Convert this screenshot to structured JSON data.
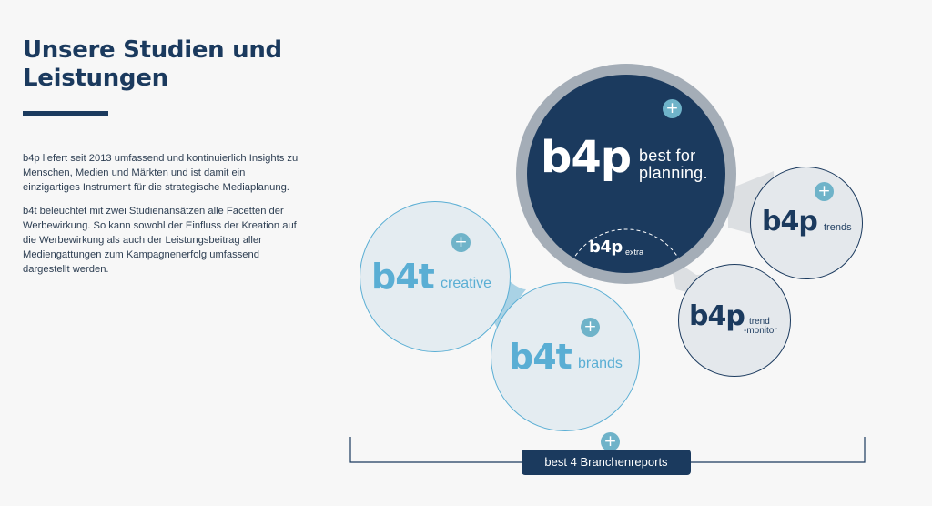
{
  "headline": "Unsere Studien und Leistungen",
  "paragraphs": [
    "b4p liefert seit 2013 umfassend und kontinuierlich Insights zu Menschen, Medien und Märkten und ist damit ein einzigartiges Instrument für die strategische Mediaplanung.",
    "b4t beleuchtet mit zwei Studienansätzen alle Facetten der Werbewirkung. So kann sowohl der Einfluss der Kreation auf die Werbewirkung als auch der Leistungsbeitrag aller Mediengattungen zum Kampagnenerfolg umfassend dargestellt werden."
  ],
  "studies": {
    "main": {
      "logo": "b4p",
      "tagline": "best for planning.",
      "sub_logo": "b4p",
      "sub_suffix": "extra"
    },
    "trends": {
      "logo": "b4p",
      "suffix": "trends"
    },
    "trend_monitor": {
      "logo": "b4p",
      "suffix_line1": "trend",
      "suffix_line2": "-monitor"
    },
    "creative": {
      "logo": "b4t",
      "suffix": "creative"
    },
    "brands": {
      "logo": "b4t",
      "suffix": "brands"
    }
  },
  "plus_symbol": "+",
  "reports_button": "best 4 Branchenreports",
  "colors": {
    "navy": "#1b3a5e",
    "text": "#2d3e52",
    "accent_blue": "#5aaed4",
    "plus_button": "#6fb3c9",
    "bubble_light": "#e4ecf1",
    "background": "#f7f7f7"
  }
}
